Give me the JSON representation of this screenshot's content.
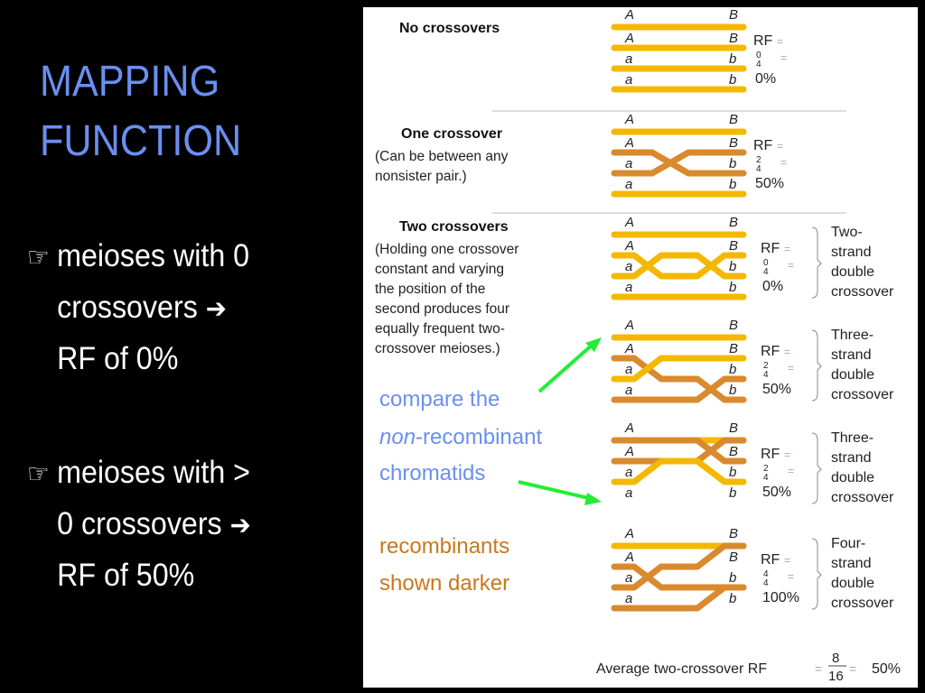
{
  "title": [
    "MAPPING",
    "FUNCTION"
  ],
  "bullets": [
    {
      "icon": "pointing-hand-icon",
      "lines": [
        "meioses with 0",
        "crossovers",
        "RF of 0%"
      ]
    },
    {
      "icon": "pointing-hand-icon",
      "lines": [
        "meioses with >",
        "0 crossovers",
        "RF of 50%"
      ]
    }
  ],
  "colors": {
    "background": "#000000",
    "title": "#6a8ff0",
    "annotation_blue": "#6a8ff0",
    "annotation_orange": "#c8781e",
    "arrow": "#22ee33",
    "nonrecombinant": "#f5b800",
    "recombinant": "#d98a2e"
  },
  "figure": {
    "sections": [
      {
        "heading": "No crossovers",
        "lines": []
      },
      {
        "heading": "One crossover",
        "lines": [
          "(Can be between any",
          "nonsister pair.)"
        ]
      },
      {
        "heading": "Two crossovers",
        "lines": [
          "(Holding one crossover",
          "constant and varying",
          "the position of the",
          "second produces four",
          "equally frequent two-",
          "crossover meioses.)"
        ]
      }
    ],
    "panels": [
      {
        "labels_left": [
          "A",
          "A",
          "a",
          "a"
        ],
        "labels_right": [
          "B",
          "B",
          "b",
          "b"
        ],
        "rf_label": "RF",
        "rf_num": "0",
        "rf_den": "4",
        "rf_pct": "0%",
        "type_lines": []
      },
      {
        "labels_left": [
          "A",
          "A",
          "a",
          "a"
        ],
        "labels_right": [
          "B",
          "B",
          "b",
          "b"
        ],
        "rf_label": "RF",
        "rf_num": "2",
        "rf_den": "4",
        "rf_pct": "50%",
        "type_lines": []
      },
      {
        "labels_left": [
          "A",
          "A",
          "a",
          "a"
        ],
        "labels_right": [
          "B",
          "B",
          "b",
          "b"
        ],
        "rf_label": "RF",
        "rf_num": "0",
        "rf_den": "4",
        "rf_pct": "0%",
        "type_lines": [
          "Two-",
          "strand",
          "double",
          "crossover"
        ]
      },
      {
        "labels_left": [
          "A",
          "A",
          "a",
          "a"
        ],
        "labels_right": [
          "B",
          "B",
          "b",
          "b"
        ],
        "rf_label": "RF",
        "rf_num": "2",
        "rf_den": "4",
        "rf_pct": "50%",
        "type_lines": [
          "Three-",
          "strand",
          "double",
          "crossover"
        ]
      },
      {
        "labels_left": [
          "A",
          "A",
          "a",
          "a"
        ],
        "labels_right": [
          "B",
          "B",
          "b",
          "b"
        ],
        "rf_label": "RF",
        "rf_num": "2",
        "rf_den": "4",
        "rf_pct": "50%",
        "type_lines": [
          "Three-",
          "strand",
          "double",
          "crossover"
        ]
      },
      {
        "labels_left": [
          "A",
          "A",
          "a",
          "a"
        ],
        "labels_right": [
          "B",
          "B",
          "b",
          "b"
        ],
        "rf_label": "RF",
        "rf_num": "4",
        "rf_den": "4",
        "rf_pct": "100%",
        "type_lines": [
          "Four-",
          "strand",
          "double",
          "crossover"
        ]
      }
    ],
    "annotation_compare": {
      "line1": "compare the",
      "line2_em": "non",
      "line2_rest": "-recombinant",
      "line3": "chromatids"
    },
    "annotation_recomb": {
      "line1": "recombinants",
      "line2": "shown darker"
    },
    "average": {
      "label": "Average two-crossover RF",
      "num": "8",
      "den": "16",
      "pct": "50%"
    }
  }
}
